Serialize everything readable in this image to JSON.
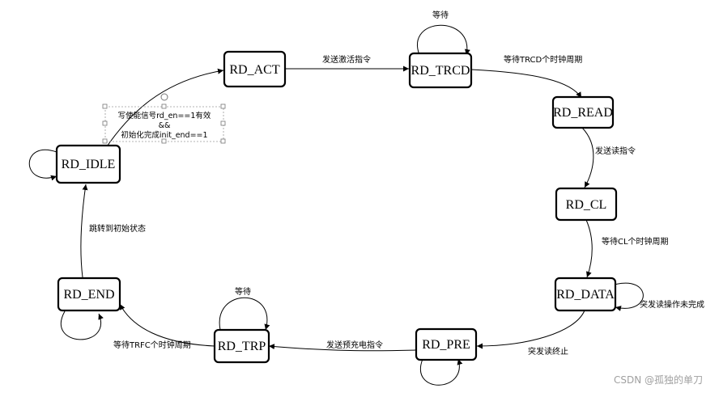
{
  "states": {
    "idle": "RD_IDLE",
    "act": "RD_ACT",
    "trcd": "RD_TRCD",
    "read": "RD_READ",
    "cl": "RD_CL",
    "data": "RD_DATA",
    "pre": "RD_PRE",
    "trp": "RD_TRP",
    "end": "RD_END"
  },
  "transitions": {
    "act_to_trcd": "发送激活指令",
    "trcd_self": "等待",
    "trcd_to_read": "等待TRCD个时钟周期",
    "read_to_cl": "发送读指令",
    "cl_to_data": "等待CL个时钟周期",
    "data_self": "突发读操作未完成",
    "data_to_pre": "突发读终止",
    "pre_to_trp": "发送预充电指令",
    "trp_self": "等待",
    "trp_to_end": "等待TRFC个时钟周期",
    "end_to_idle": "跳转到初始状态"
  },
  "condition_note": {
    "line1": "写使能信号rd_en==1有效",
    "line2": "&&",
    "line3": "初始化完成init_end==1"
  },
  "watermark": "CSDN @孤独的单刀"
}
